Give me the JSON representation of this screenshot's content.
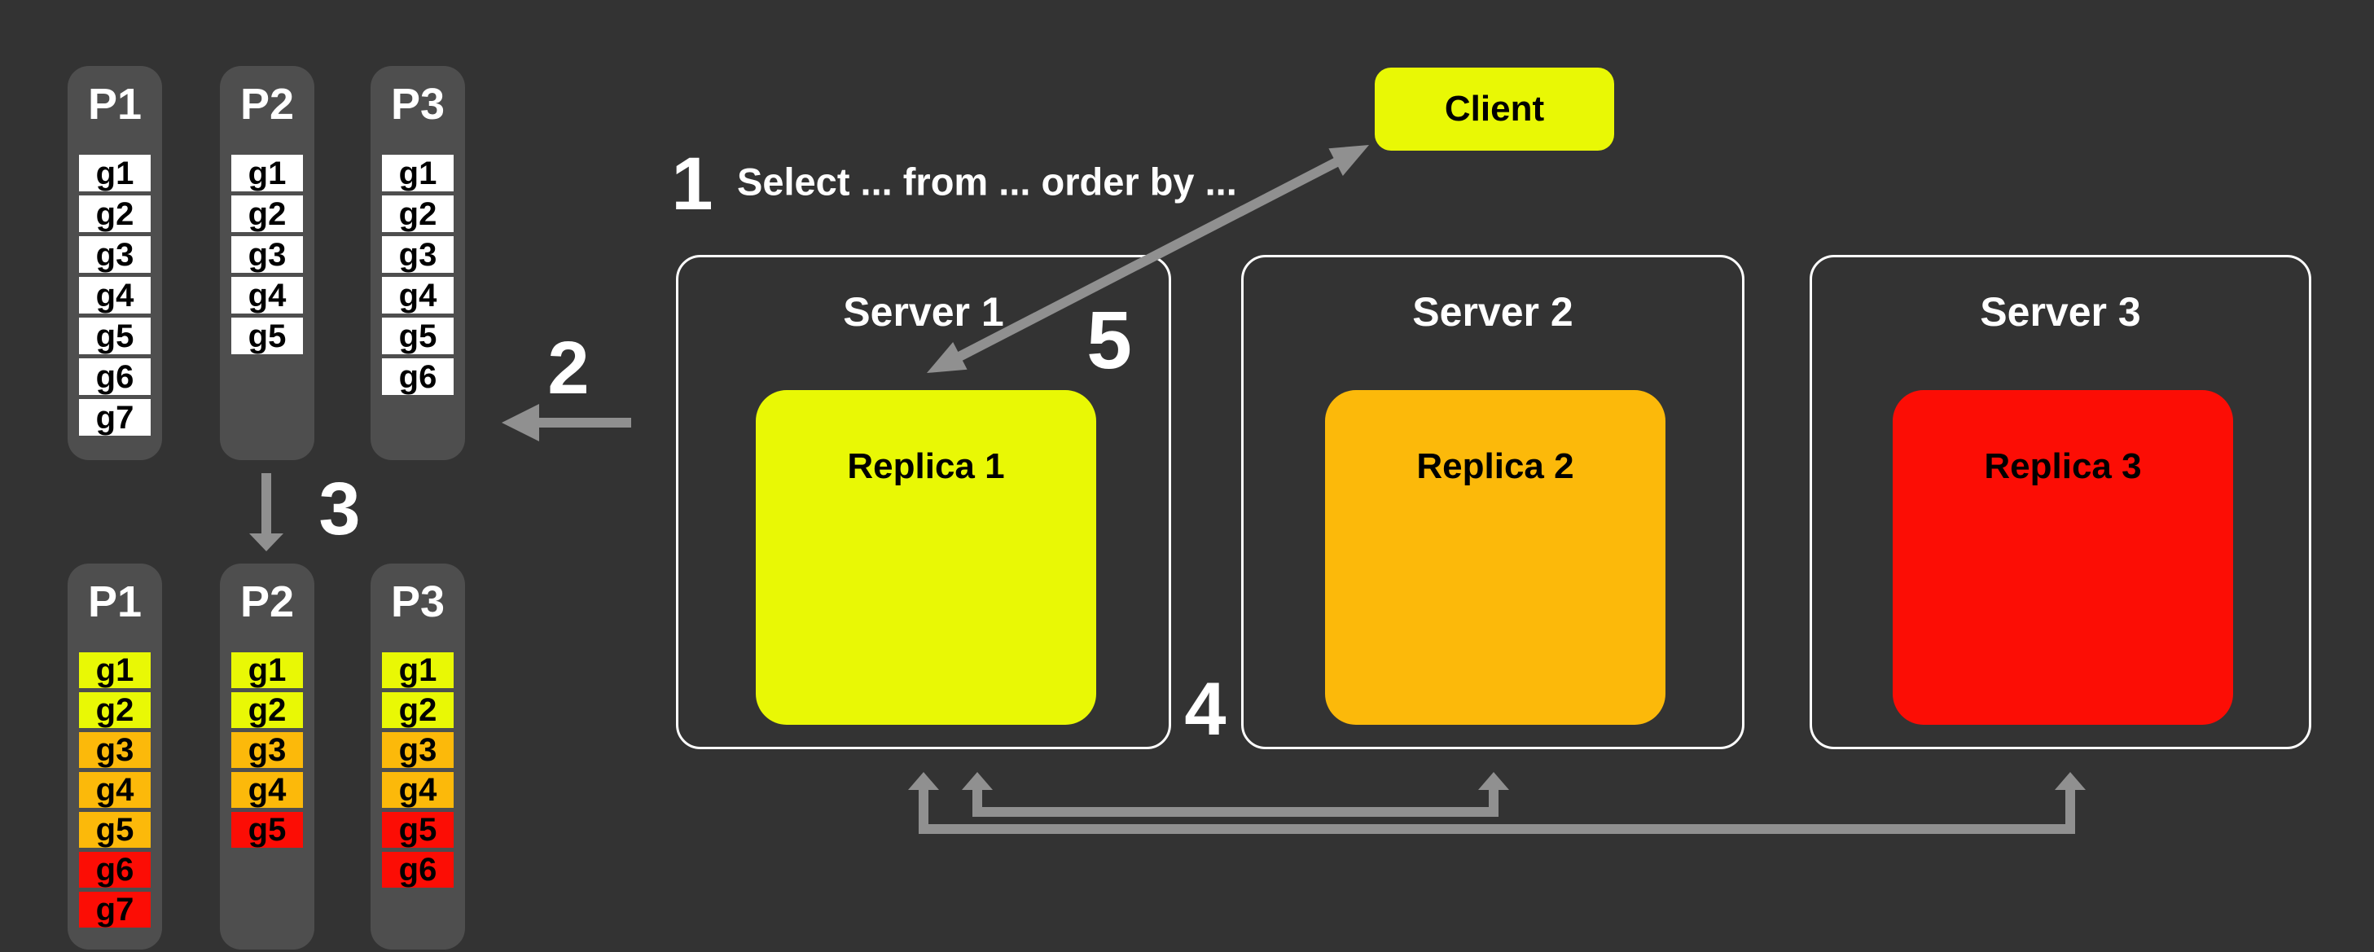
{
  "colors": {
    "background": "#333333",
    "panel": "#4e4e4e",
    "white": "#ffffff",
    "yellow": "#e9f805",
    "orange": "#fcb90a",
    "red": "#fc0d05",
    "arrow": "#909090"
  },
  "query": {
    "number": "1",
    "text": "Select ... from ... order by ..."
  },
  "step_markers": {
    "n2": "2",
    "n3": "3",
    "n4": "4",
    "n5": "5"
  },
  "client": {
    "label": "Client",
    "color": "yellow"
  },
  "servers": [
    {
      "name": "Server 1",
      "replica": {
        "label": "Replica 1",
        "color": "yellow"
      }
    },
    {
      "name": "Server 2",
      "replica": {
        "label": "Replica 2",
        "color": "orange"
      }
    },
    {
      "name": "Server 3",
      "replica": {
        "label": "Replica 3",
        "color": "red"
      }
    }
  ],
  "partitions_plain": [
    {
      "label": "P1",
      "items": [
        "g1",
        "g2",
        "g3",
        "g4",
        "g5",
        "g6",
        "g7"
      ]
    },
    {
      "label": "P2",
      "items": [
        "g1",
        "g2",
        "g3",
        "g4",
        "g5"
      ]
    },
    {
      "label": "P3",
      "items": [
        "g1",
        "g2",
        "g3",
        "g4",
        "g5",
        "g6"
      ]
    }
  ],
  "partitions_colored": [
    {
      "label": "P1",
      "items": [
        {
          "text": "g1",
          "color": "yellow"
        },
        {
          "text": "g2",
          "color": "yellow"
        },
        {
          "text": "g3",
          "color": "orange"
        },
        {
          "text": "g4",
          "color": "orange"
        },
        {
          "text": "g5",
          "color": "orange"
        },
        {
          "text": "g6",
          "color": "red"
        },
        {
          "text": "g7",
          "color": "red"
        }
      ]
    },
    {
      "label": "P2",
      "items": [
        {
          "text": "g1",
          "color": "yellow"
        },
        {
          "text": "g2",
          "color": "yellow"
        },
        {
          "text": "g3",
          "color": "orange"
        },
        {
          "text": "g4",
          "color": "orange"
        },
        {
          "text": "g5",
          "color": "red"
        }
      ]
    },
    {
      "label": "P3",
      "items": [
        {
          "text": "g1",
          "color": "yellow"
        },
        {
          "text": "g2",
          "color": "yellow"
        },
        {
          "text": "g3",
          "color": "orange"
        },
        {
          "text": "g4",
          "color": "orange"
        },
        {
          "text": "g5",
          "color": "red"
        },
        {
          "text": "g6",
          "color": "red"
        }
      ]
    }
  ]
}
